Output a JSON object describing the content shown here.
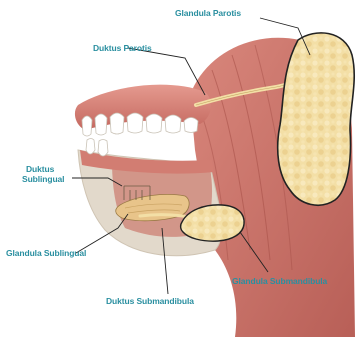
{
  "labels": {
    "glandula_parotis": "Glandula Parotis",
    "duktus_parotis": "Duktus Parotis",
    "duktus_sublingual_line1": "Duktus",
    "duktus_sublingual_line2": "Sublingual",
    "glandula_sublingual": "Glandula Sublingual",
    "glandula_submandibula": "Glandula Submandibula",
    "duktus_submandibula": "Duktus Submandibula"
  },
  "colors": {
    "label_text": "#2a8fa0",
    "leader_line": "#222222",
    "gland": "#f2dca0",
    "gland_outline": "#222222",
    "muscle": "#c9736a",
    "teeth": "#ffffff",
    "jaw_bone": "#ddd3c4"
  }
}
